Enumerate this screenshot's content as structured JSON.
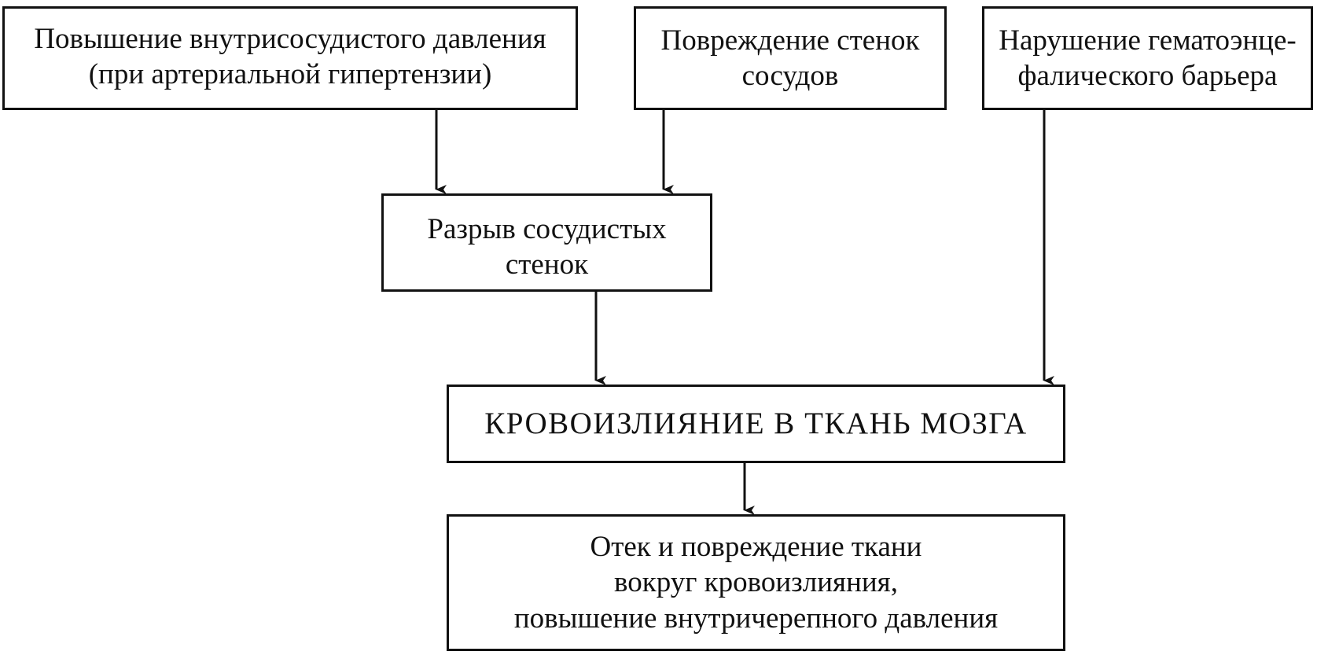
{
  "diagram": {
    "nodes": [
      {
        "id": "box-1",
        "lines": [
          "Повышение внутрисосудистого давления",
          "(при артериальной гипертензии)"
        ]
      },
      {
        "id": "box-2",
        "lines": [
          "Повреждение стенок",
          "сосудов"
        ]
      },
      {
        "id": "box-3",
        "lines": [
          "Нарушение гематоэнце-",
          "фалического барьера"
        ]
      },
      {
        "id": "box-4",
        "lines": [
          "Разрыв сосудистых",
          "стенок"
        ]
      },
      {
        "id": "box-5",
        "lines": [
          "КРОВОИЗЛИЯНИЕ В ТКАНЬ МОЗГА"
        ]
      },
      {
        "id": "box-6",
        "lines": [
          "Отек и повреждение ткани",
          "вокруг кровоизлияния,",
          "повышение внутричерепного давления"
        ]
      }
    ],
    "edges": [
      {
        "from": "box-1",
        "to": "box-4"
      },
      {
        "from": "box-2",
        "to": "box-4"
      },
      {
        "from": "box-4",
        "to": "box-5"
      },
      {
        "from": "box-3",
        "to": "box-5"
      },
      {
        "from": "box-5",
        "to": "box-6"
      }
    ]
  }
}
